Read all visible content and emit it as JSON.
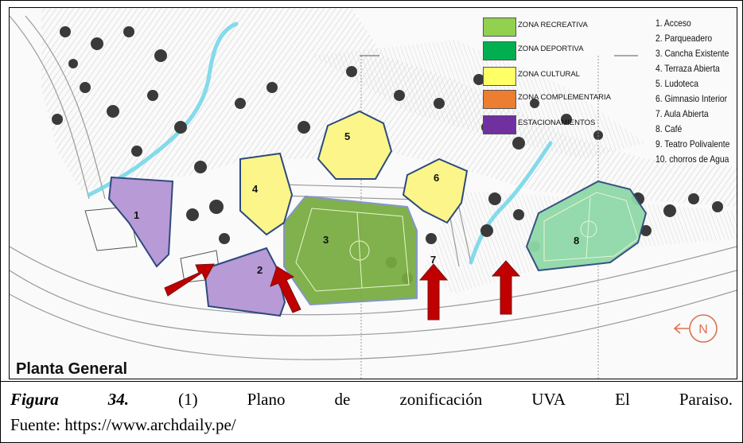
{
  "plan": {
    "title": "Planta General",
    "zone_numbers": [
      "1",
      "2",
      "3",
      "4",
      "5",
      "6",
      "7",
      "8"
    ],
    "north_symbol": "N"
  },
  "legend": [
    {
      "label": "ZONA RECREATIVA",
      "color": "#92d050"
    },
    {
      "label": "ZONA DEPORTIVA",
      "color": "#00b050"
    },
    {
      "label": "ZONA CULTURAL",
      "color": "#ffff66"
    },
    {
      "label": "ZONA COMPLEMENTARIA",
      "color": "#ed7d31"
    },
    {
      "label": "ESTACIONAMIENTOS",
      "color": "#7030a0"
    }
  ],
  "numbered_list": [
    "1. Acceso",
    "2. Parqueadero",
    "3. Cancha Existente",
    "4. Terraza Abierta",
    "5. Ludoteca",
    "6. Gimnasio Interior",
    "7. Aula Abierta",
    "8. Café",
    "9. Teatro Polivalente",
    "10. chorros de Agua"
  ],
  "caption": {
    "words_line1": [
      "Figura",
      "34.",
      "(1)",
      "Plano",
      "de",
      "zonificación",
      "UVA",
      "El",
      "Paraiso."
    ],
    "line2": "Fuente: https://www.archdaily.pe/"
  },
  "colors": {
    "parking": "#b89ad6",
    "field": "#76ab3e",
    "cultural": "#fbf58a",
    "sport": "#8fd9a8",
    "arrow": "#c00000",
    "water": "#6fd5e8",
    "north": "#e07050"
  }
}
